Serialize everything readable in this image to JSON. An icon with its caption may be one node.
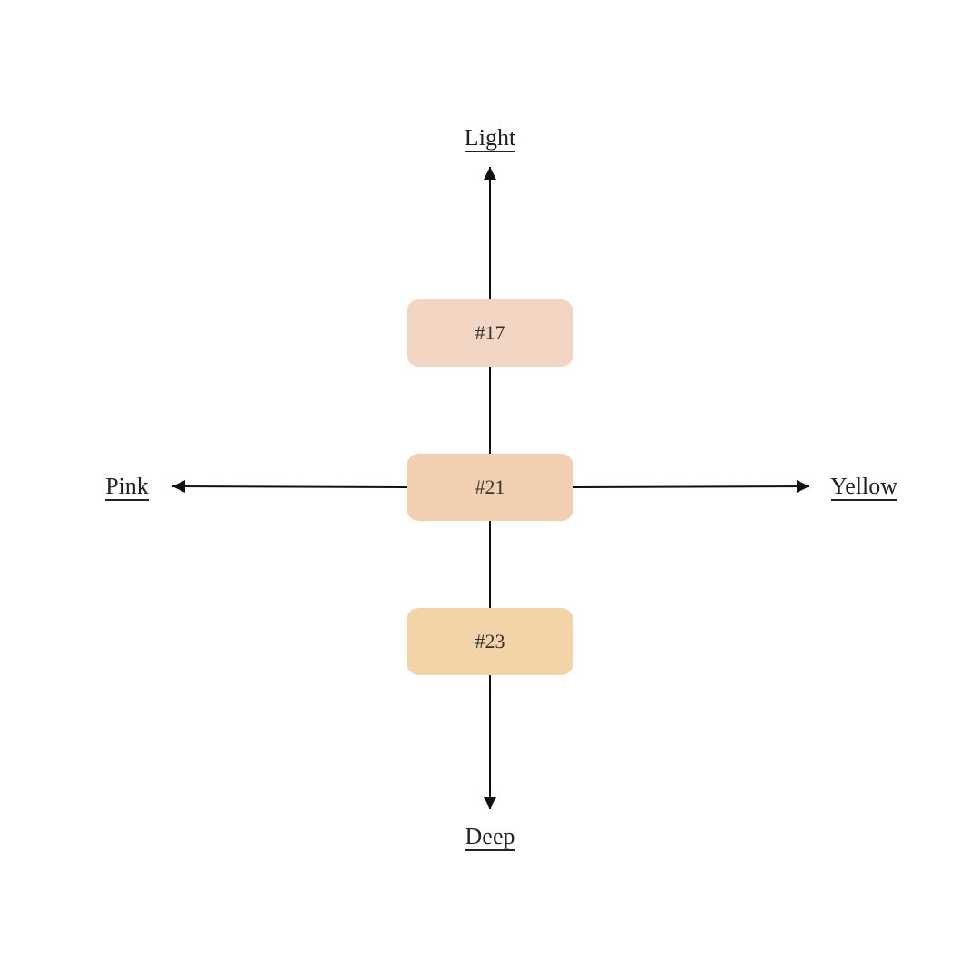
{
  "diagram": {
    "nodes": [
      {
        "text": [
          "Light"
        ]
      },
      {
        "text": [
          "#17"
        ]
      },
      {
        "text": [
          "Pink"
        ]
      },
      {
        "text": [
          "#21"
        ]
      },
      {
        "text": [
          "Yellow"
        ]
      },
      {
        "text": [
          "#23"
        ]
      },
      {
        "text": [
          "Deep"
        ]
      }
    ],
    "edges": [
      {
        "from": 3,
        "to": 1,
        "arrow": "none"
      },
      {
        "from": 1,
        "to": 0,
        "arrow": "to"
      },
      {
        "from": 3,
        "to": 2,
        "arrow": "to"
      },
      {
        "from": 3,
        "to": 4,
        "arrow": "to"
      },
      {
        "from": 3,
        "to": 5,
        "arrow": "none"
      },
      {
        "from": 5,
        "to": 6,
        "arrow": "to"
      }
    ]
  }
}
